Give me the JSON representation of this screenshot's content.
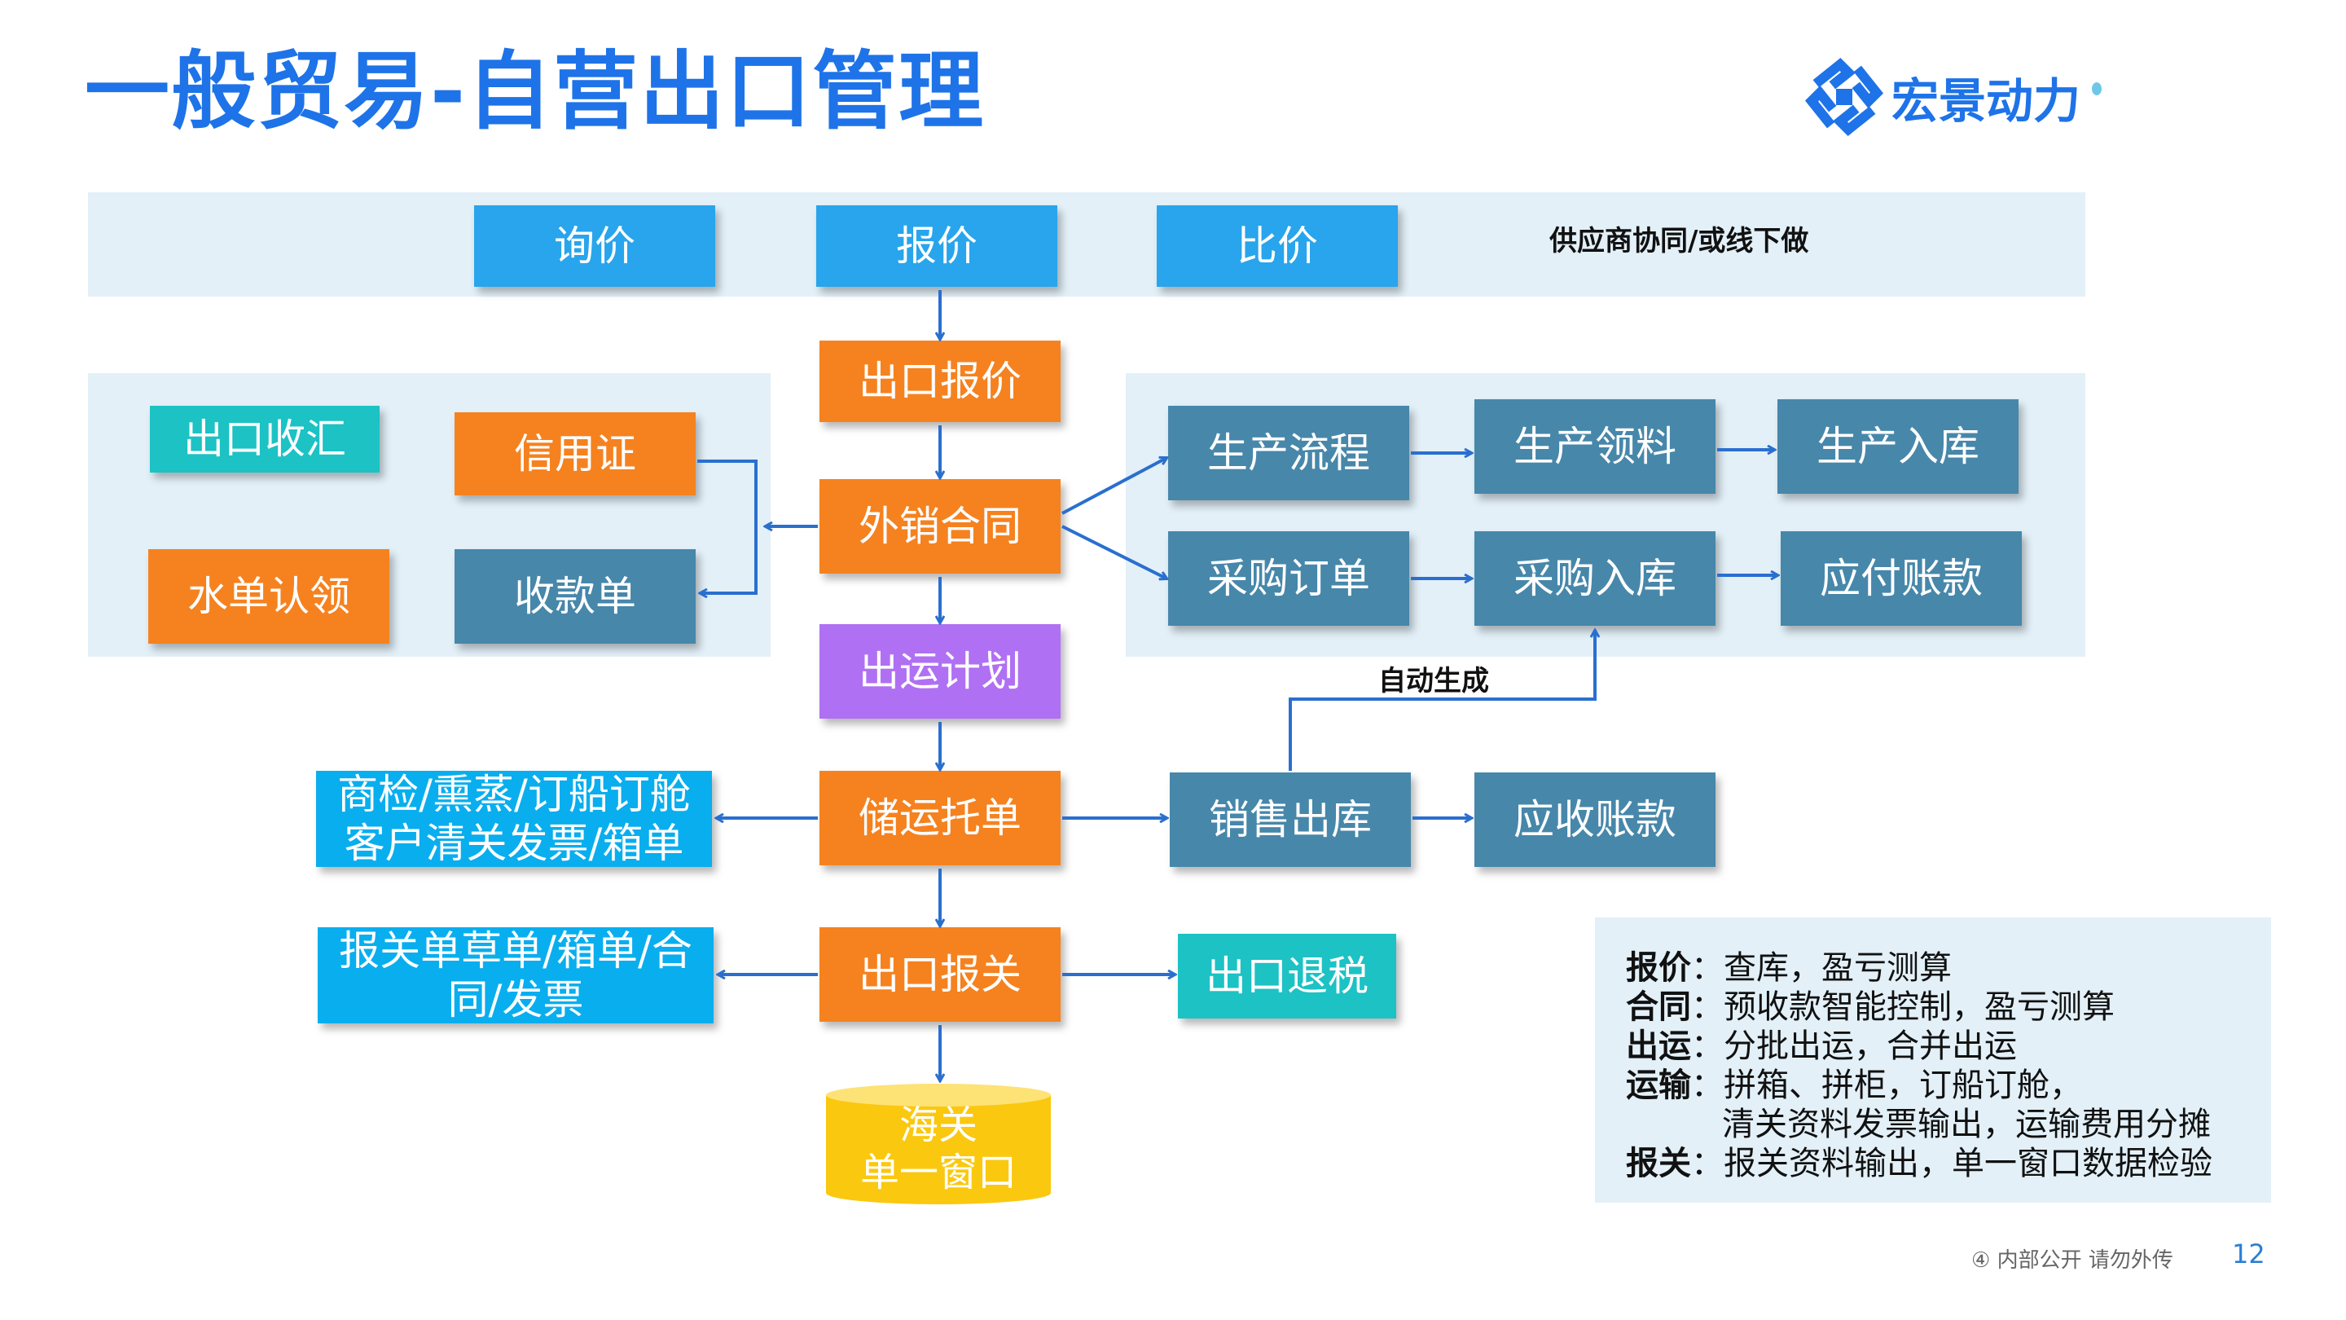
{
  "title": "一般贸易-自营出口管理",
  "logo": {
    "text": "宏景动力"
  },
  "top_row": {
    "inquiry": "询价",
    "quote": "报价",
    "compare": "比价",
    "note": "供应商协同/或线下做"
  },
  "center": {
    "export_quote": "出口报价",
    "export_contract": "外销合同",
    "shipping_plan": "出运计划",
    "storage_order": "储运托单",
    "customs_declaration": "出口报关",
    "customs_window": [
      "海关",
      "单一窗口"
    ]
  },
  "left_panel": {
    "export_receipt": "出口收汇",
    "letter_of_credit": "信用证",
    "bill_claim": "水单认领",
    "receipt_voucher": "收款单"
  },
  "right_panel": {
    "production_flow": "生产流程",
    "production_material": "生产领料",
    "production_storage": "生产入库",
    "purchase_order": "采购订单",
    "purchase_storage": "采购入库",
    "payables": "应付账款"
  },
  "auto_generate": "自动生成",
  "sales_outbound": "销售出库",
  "receivables": "应收账款",
  "inspection_docs": [
    "商检/熏蒸/订船订舱",
    "客户清关发票/箱单"
  ],
  "declaration_docs": [
    "报关单草单/箱单/合",
    "同/发票"
  ],
  "export_tax_refund": "出口退税",
  "info": [
    {
      "key": "报价",
      "text": "查库，盈亏测算"
    },
    {
      "key": "合同",
      "text": "预收款智能控制，盈亏测算"
    },
    {
      "key": "出运",
      "text": "分批出运，合并出运"
    },
    {
      "key": "运输",
      "text": "拼箱、拼柜，订船订舱，"
    },
    {
      "key": "",
      "text": "清关资料发票输出，运输费用分摊"
    },
    {
      "key": "报关",
      "text": "报关资料输出，单一窗口数据检验"
    }
  ],
  "footer": {
    "label": "④ 内部公开 请勿外传",
    "page": "12"
  },
  "colors": {
    "title": "#1e73e8",
    "blue": "#28a5ec",
    "orange": "#f5821f",
    "steel": "#4787aa",
    "teal": "#1cc2c4",
    "purple": "#b070f3",
    "cyan": "#09aeee",
    "cylinder": "#fac80f",
    "arrow": "#2a6fcf",
    "panel": "#e3f0f8"
  }
}
